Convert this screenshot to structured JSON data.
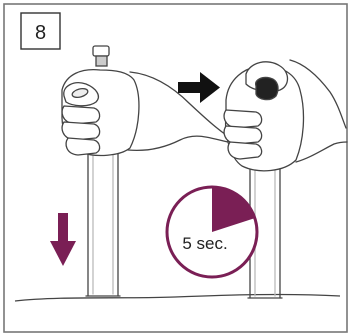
{
  "step": {
    "number": "8"
  },
  "timer": {
    "label": "5 sec.",
    "elapsed_fraction": 0.2
  },
  "colors": {
    "accent": "#7a1f55",
    "arrow": "#111111",
    "frame": "#777777",
    "line": "#444444",
    "surface": "#ffffff"
  },
  "icons": {
    "push_arrow": "arrow-down-icon",
    "next_arrow": "arrow-right-icon",
    "timer": "clock-timer-icon"
  }
}
